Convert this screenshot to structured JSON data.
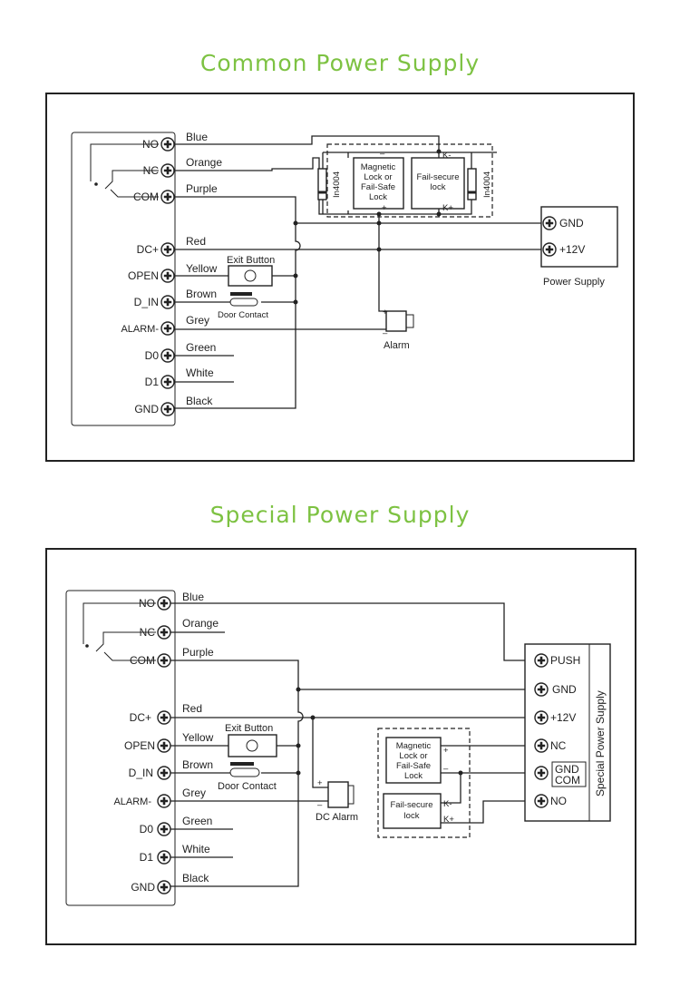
{
  "colors": {
    "title": "#7dc242",
    "line": "#222222"
  },
  "common": {
    "title": "Common Power Supply",
    "terminals": [
      "NO",
      "NC",
      "COM",
      "DC+",
      "OPEN",
      "D_IN",
      "ALARM-",
      "D0",
      "D1",
      "GND"
    ],
    "wires": [
      "Blue",
      "Orange",
      "Purple",
      "Red",
      "Yellow",
      "Brown",
      "Grey",
      "Green",
      "White",
      "Black"
    ],
    "exit_button": "Exit Button",
    "door_contact": "Door Contact",
    "diode_left": "In4004",
    "diode_right": "In4004",
    "mag_lock": [
      "Magnetic",
      "Lock or",
      "Fail-Safe",
      "Lock"
    ],
    "fs_lock": [
      "Fail-secure",
      "lock"
    ],
    "minus": "–",
    "plus": "+",
    "k_minus": "K-",
    "k_plus": "K+",
    "alarm": "Alarm",
    "alarm_plus": "+",
    "alarm_minus": "–",
    "psu_gnd": "GND",
    "psu_12v": "+12V",
    "psu_label": "Power Supply"
  },
  "special": {
    "title": "Special Power Supply",
    "terminals": [
      "NO",
      "NC",
      "COM",
      "DC+",
      "OPEN",
      "D_IN",
      "ALARM-",
      "D0",
      "D1",
      "GND"
    ],
    "wires": [
      "Blue",
      "Orange",
      "Purple",
      "Red",
      "Yellow",
      "Brown",
      "Grey",
      "Green",
      "White",
      "Black"
    ],
    "exit_button": "Exit Button",
    "door_contact": "Door Contact",
    "dc_alarm": "DC Alarm",
    "alarm_plus": "+",
    "alarm_minus": "–",
    "mag_lock": [
      "Magnetic",
      "Lock or",
      "Fail-Safe",
      "Lock"
    ],
    "fs_lock": [
      "Fail-secure",
      "lock"
    ],
    "plus": "+",
    "minus": "–",
    "k_minus": "K-",
    "k_plus": "K+",
    "psu_terminals": [
      "PUSH",
      "GND",
      "+12V",
      "NC",
      "GND",
      "COM",
      "NO"
    ],
    "psu_label": "Special Power Supply"
  }
}
